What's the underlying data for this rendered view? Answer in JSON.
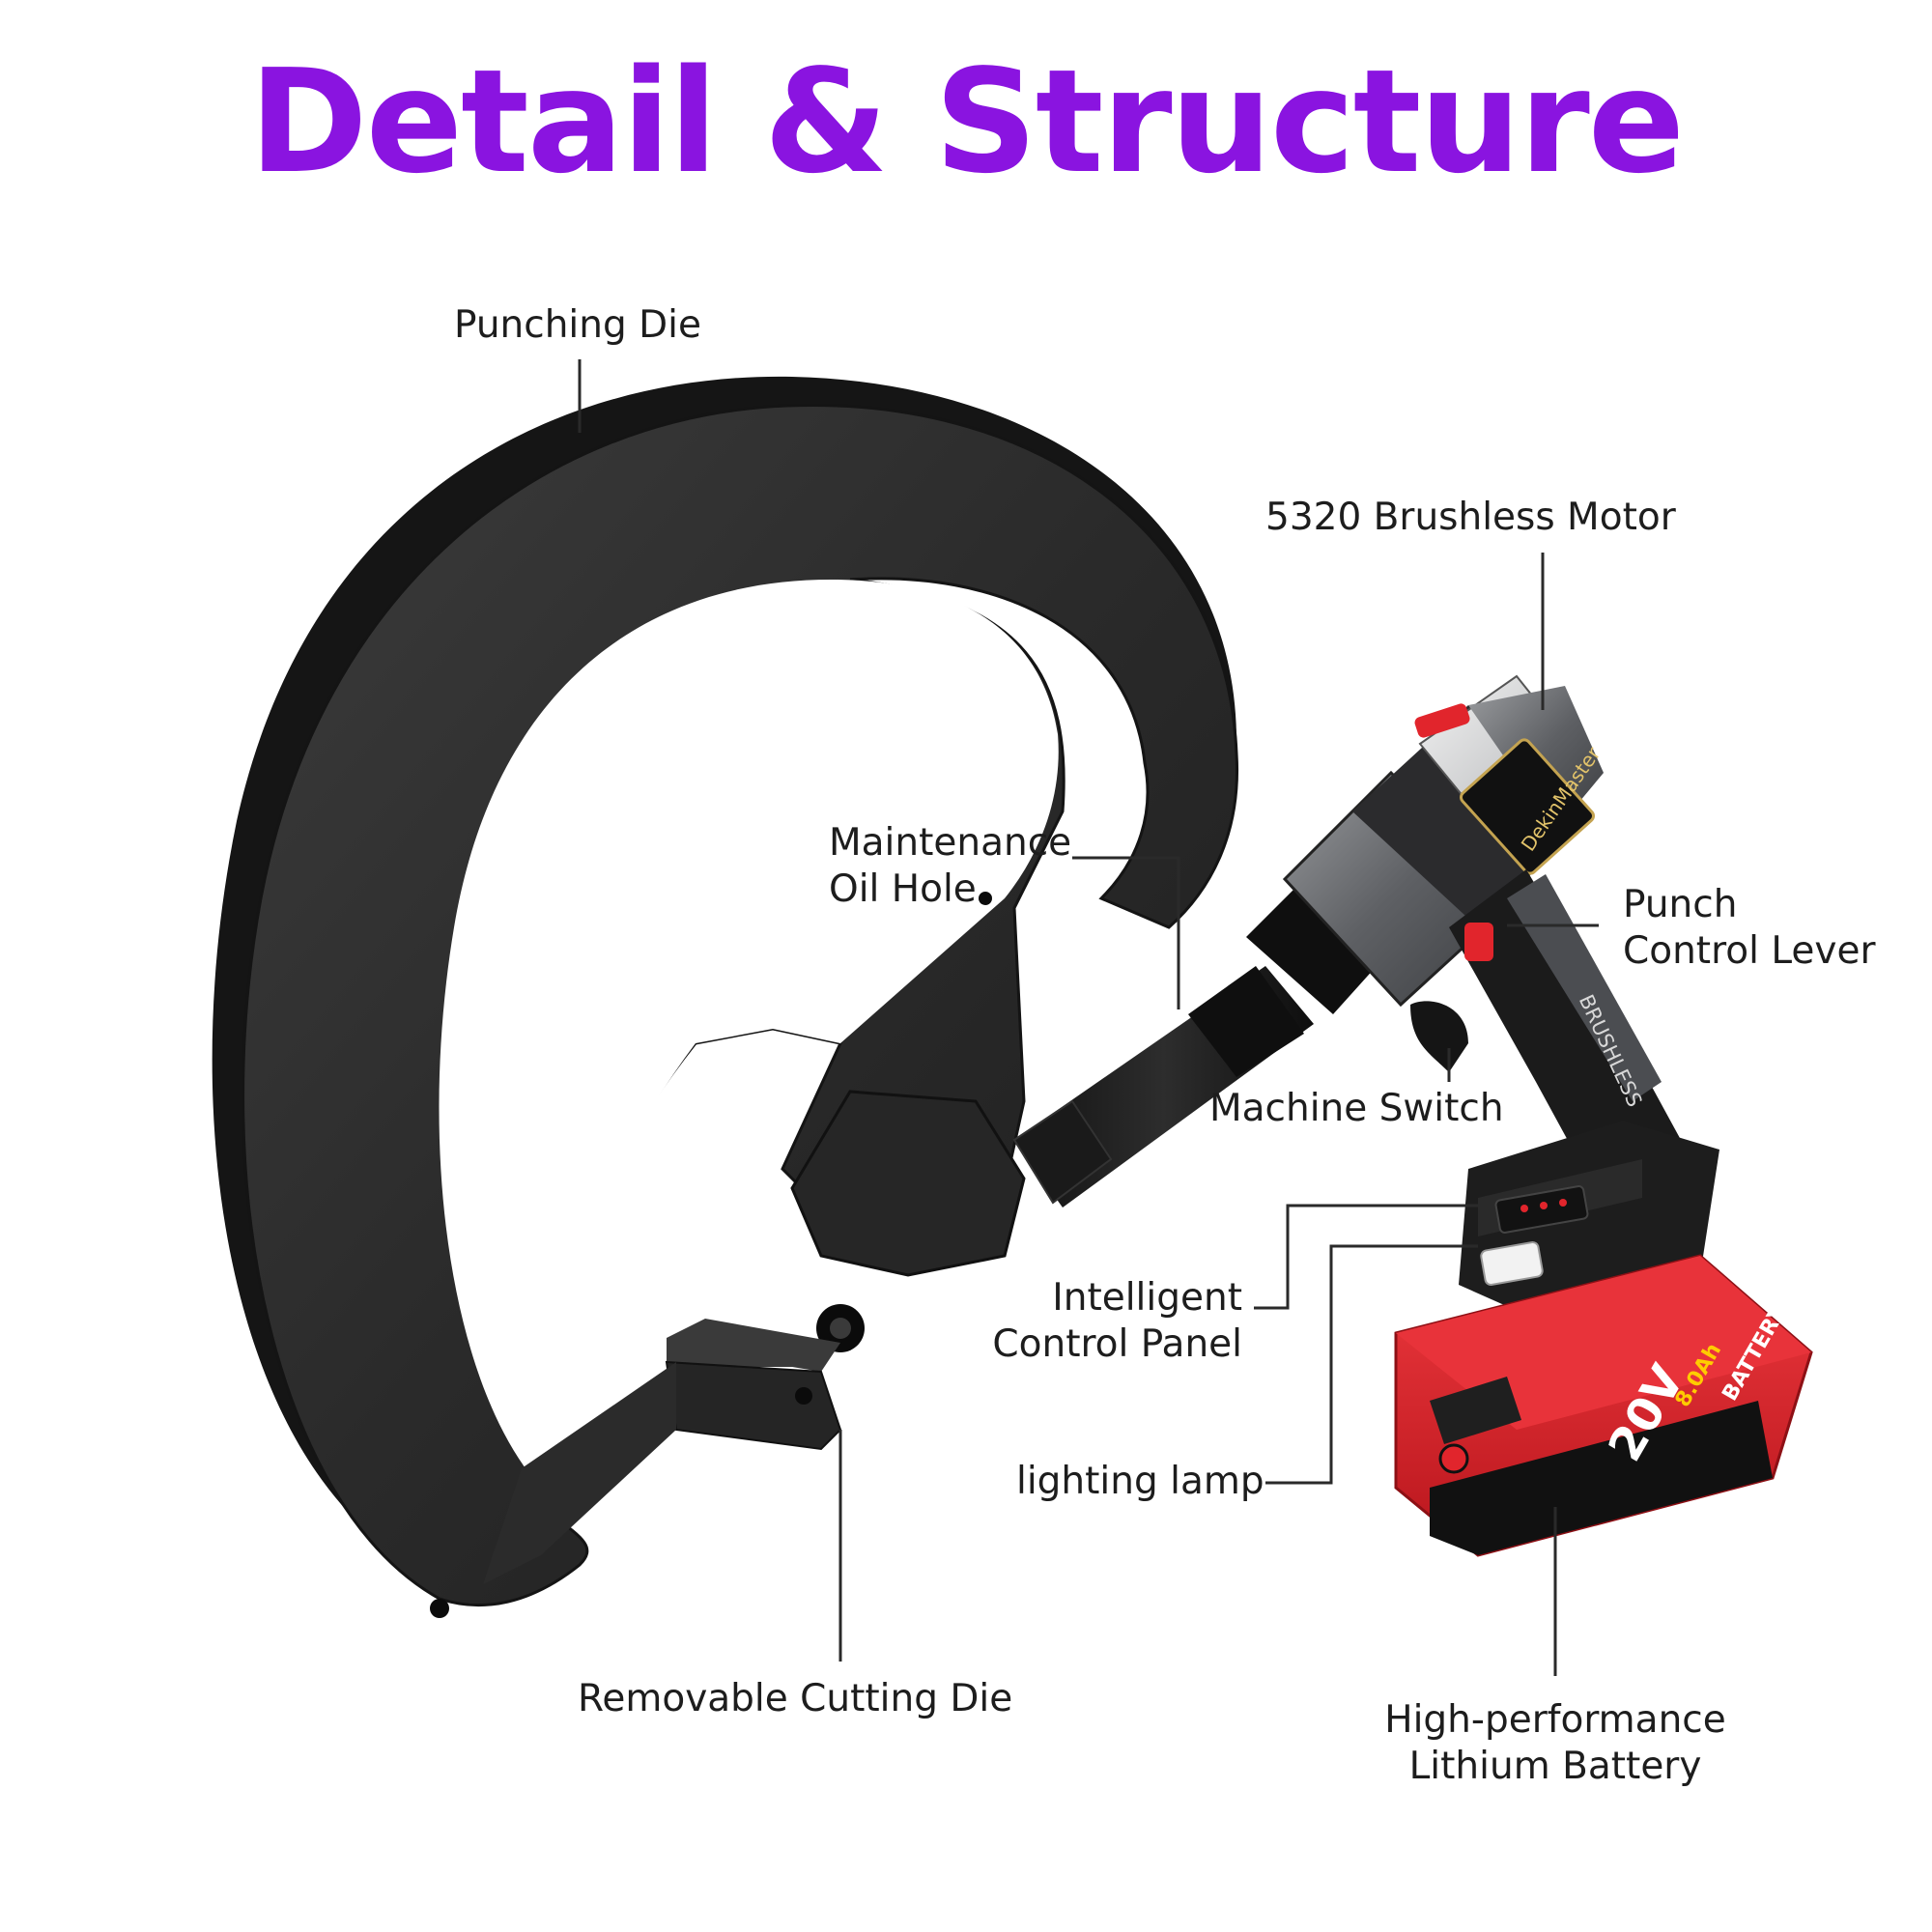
{
  "headline": "Detail & Structure",
  "colors": {
    "headline": "#8a14e0",
    "background": "#ffffff",
    "label_text": "#1d1d1d",
    "leader_line": "#2a2a2a",
    "frame_steel": "#2b2b2b",
    "tool_body_grey": "#6d6f73",
    "tool_accent_red": "#e1252c",
    "battery_red": "#d81f27"
  },
  "product": {
    "brand": "DekinMaster",
    "body_text": "BRUSHLESS",
    "battery_voltage": "20V",
    "battery_capacity": "8.0Ah",
    "battery_word": "BATTERY"
  },
  "callouts": {
    "punching_die": "Punching Die",
    "brushless_motor": "5320 Brushless Motor",
    "maintenance_oil_hole_line1": "Maintenance",
    "maintenance_oil_hole_line2": "Oil Hole",
    "punch_control_lever_line1": "Punch",
    "punch_control_lever_line2": "Control Lever",
    "machine_switch": "Machine Switch",
    "intelligent_control_panel_line1": "Intelligent",
    "intelligent_control_panel_line2": "Control Panel",
    "lighting_lamp": "lighting lamp",
    "removable_cutting_die": "Removable Cutting Die",
    "lithium_battery_line1": "High-performance",
    "lithium_battery_line2": "Lithium Battery"
  }
}
